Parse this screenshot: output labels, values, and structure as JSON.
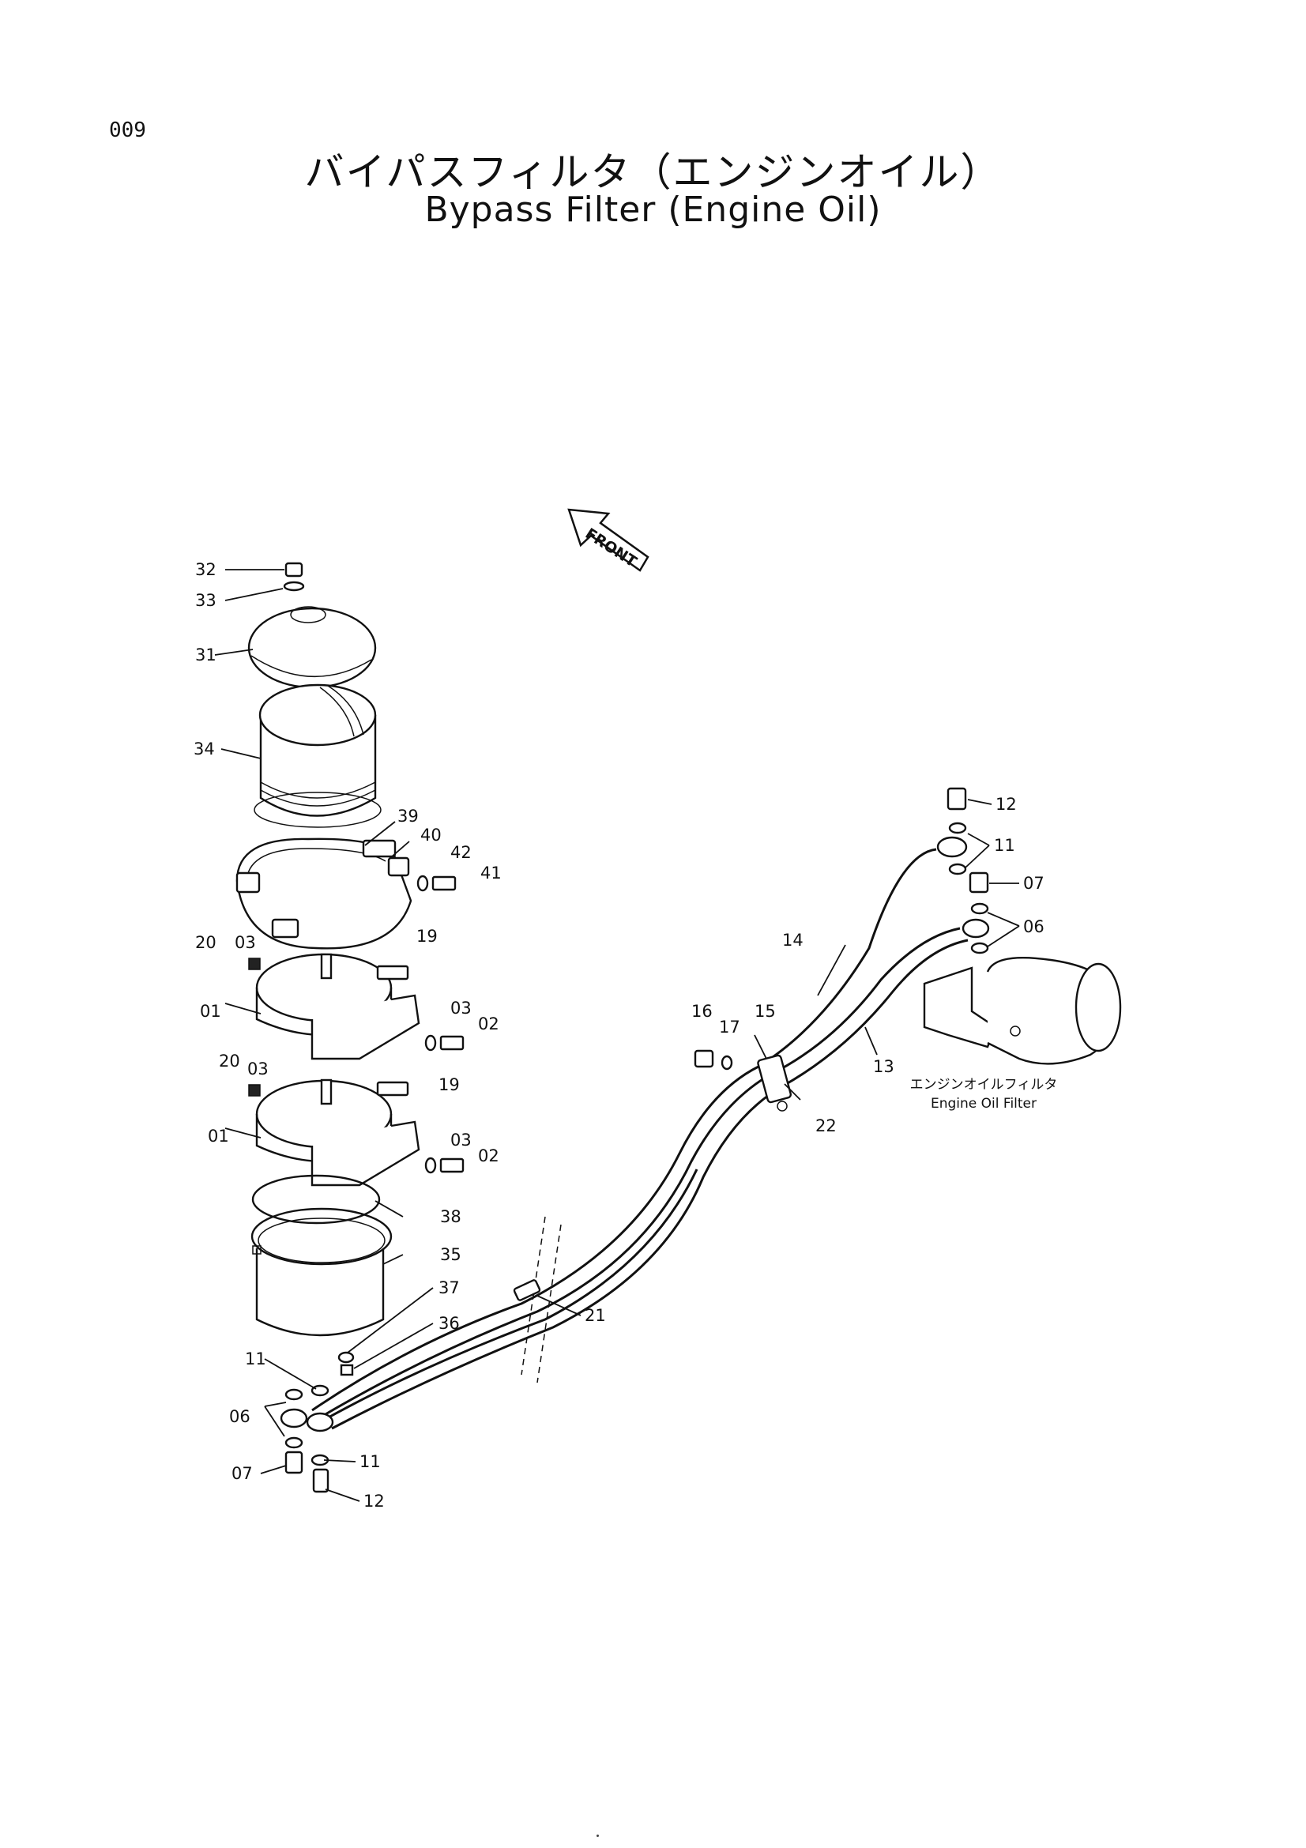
{
  "page_number": "009",
  "title_jp": "バイパスフィルタ（エンジンオイル）",
  "title_en": "Bypass Filter (Engine Oil)",
  "front_marker": "FRONT",
  "engine_filter_label_jp": "エンジンオイルフィルタ",
  "engine_filter_label_en": "Engine Oil Filter",
  "callouts": {
    "c32": "32",
    "c33": "33",
    "c31": "31",
    "c34": "34",
    "c39": "39",
    "c40": "40",
    "c42": "42",
    "c41": "41",
    "c20a": "20",
    "c03a": "03",
    "c19a": "19",
    "c01a": "01",
    "c03b": "03",
    "c02a": "02",
    "c20b": "20",
    "c03c": "03",
    "c19b": "19",
    "c01b": "01",
    "c03d": "03",
    "c02b": "02",
    "c38": "38",
    "c35": "35",
    "c37": "37",
    "c36": "36",
    "c11a": "11",
    "c06a": "06",
    "c07a": "07",
    "c11b": "11",
    "c12a": "12",
    "c21": "21",
    "c16": "16",
    "c17": "17",
    "c15": "15",
    "c14": "14",
    "c13": "13",
    "c22": "22",
    "c12b": "12",
    "c11c": "11",
    "c07b": "07",
    "c06b": "06"
  }
}
